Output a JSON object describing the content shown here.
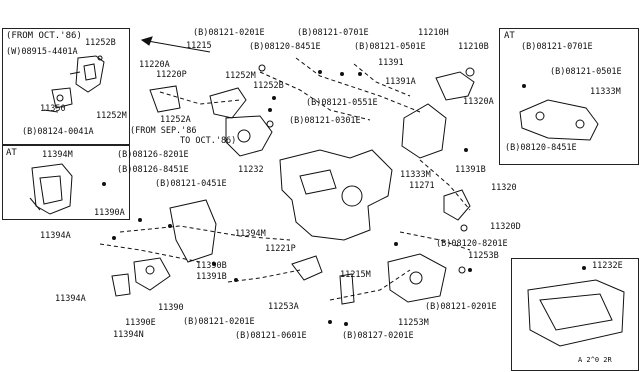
{
  "panels": {
    "top_left_title": "(FROM OCT.'86)",
    "at_left_title": "AT",
    "at_right_title": "AT"
  },
  "notes": {
    "from_sep": "(FROM SEP.'86",
    "to_oct": "TO OCT.'86)"
  },
  "labels": {
    "p11252B": "11252B",
    "p08915": "08915-4401A",
    "p11350": "11350",
    "p11252M_a": "11252M",
    "p08124": "08124-0041A",
    "p11394M_a": "11394M",
    "p11215": "11215",
    "p11220A": "11220A",
    "p11220P": "11220P",
    "p11252M_b": "11252M",
    "p11252A": "11252A",
    "p08121_0201E_a": "08121-0201E",
    "p08120_8451E_a": "08120-8451E",
    "p08121_0701E_a": "08121-0701E",
    "p08121_0501E_a": "08121-0501E",
    "p11252B_b": "11252B",
    "p08121_0551E": "08121-0551E",
    "p08121_0301E": "08121-0301E",
    "p11210H": "11210H",
    "p11210B": "11210B",
    "p11391": "11391",
    "p11391A": "11391A",
    "p11320A": "11320A",
    "p11391B": "11391B",
    "p11333M_a": "11333M",
    "p11271": "11271",
    "p11320": "11320",
    "p11320D": "11320D",
    "p08120_8201E": "08120-8201E",
    "p11253B": "11253B",
    "p11232": "11232",
    "p08126_8201E": "08126-8201E",
    "p08126_8451E": "08126-8451E",
    "p08121_0451E": "08121-0451E",
    "p11390A": "11390A",
    "p11394A_a": "11394A",
    "p11394M_b": "11394M",
    "p11221P": "11221P",
    "p11390B": "11390B",
    "p11391B_b": "11391B",
    "p11394A_b": "11394A",
    "p11390": "11390",
    "p11390E": "11390E",
    "p11394N": "11394N",
    "p08121_0201E_b": "08121-0201E",
    "p08121_0601E": "08121-0601E",
    "p11215M": "11215M",
    "p11253A": "11253A",
    "p08127_0201E": "08127-0201E",
    "p11253M": "11253M",
    "p08121_0201E_c": "08121-0201E",
    "at_08121_0701E": "08121-0701E",
    "at_08121_0501E": "08121-0501E",
    "at_11333M": "11333M",
    "at_08120_8451E": "08120-8451E",
    "p11232E": "11232E",
    "footer_code": "A 2^0 2R"
  },
  "prefix": {
    "B": "B",
    "W": "W"
  }
}
